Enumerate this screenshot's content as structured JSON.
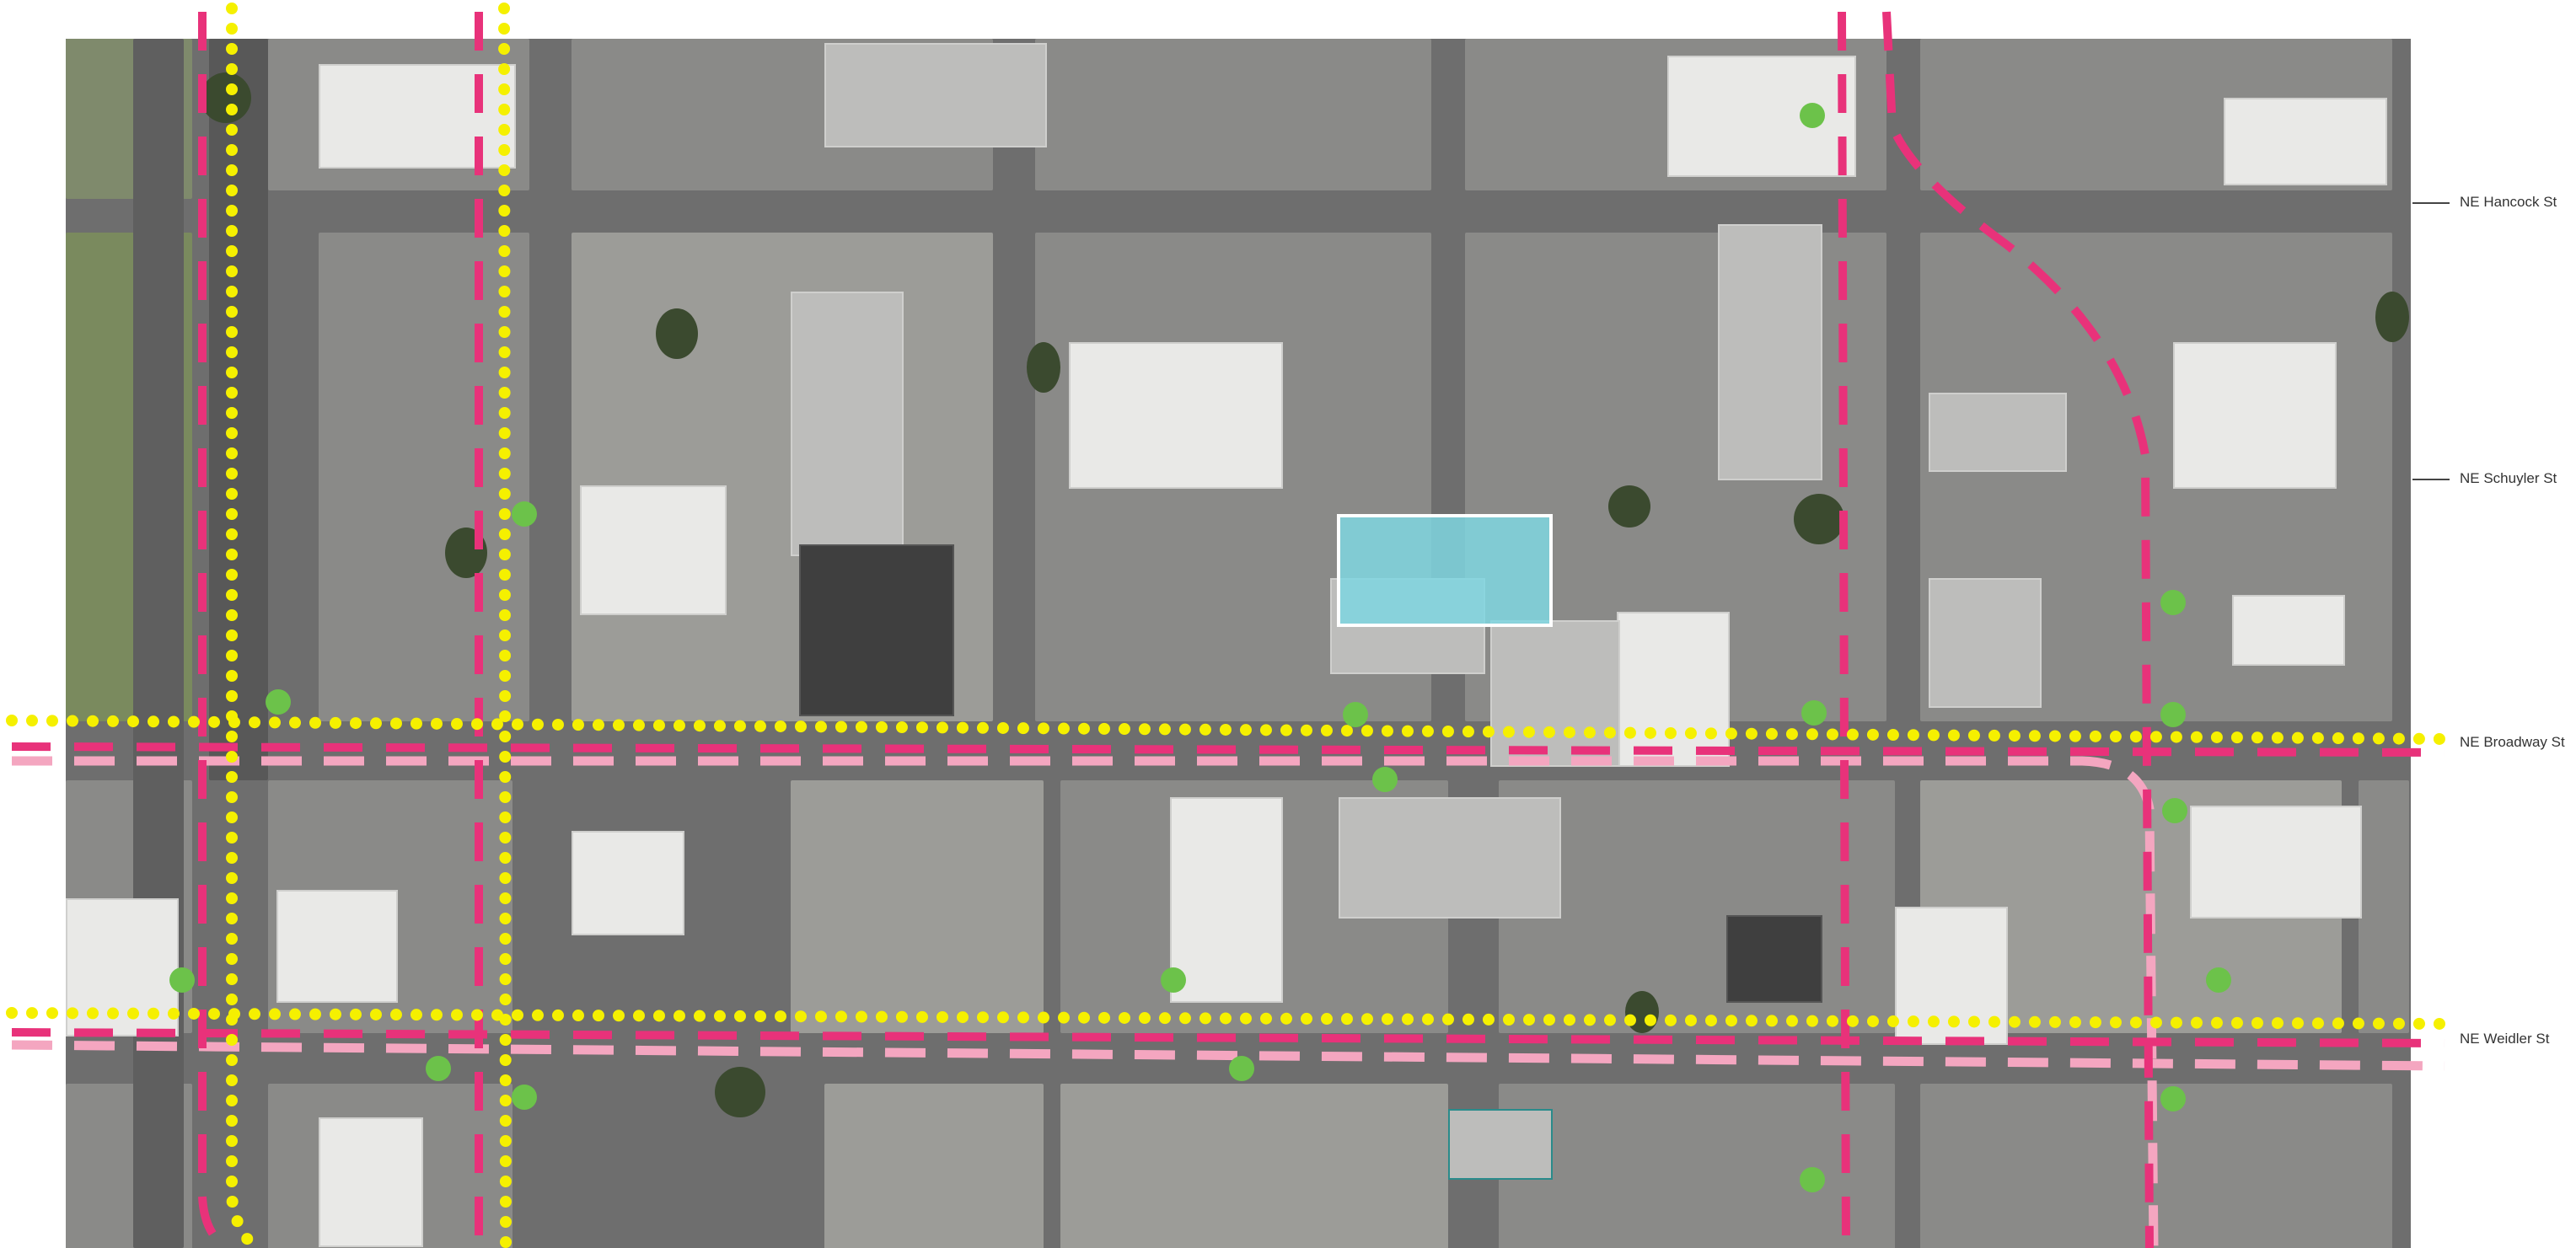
{
  "streets": [
    {
      "id": "hancock",
      "label": "NE Hancock St"
    },
    {
      "id": "schuyler",
      "label": "NE Schuyler St"
    },
    {
      "id": "broadway",
      "label": "NE Broadway St"
    },
    {
      "id": "weidler",
      "label": "NE Weidler St"
    }
  ],
  "colors": {
    "magenta_dash": "#e8327a",
    "pink_dash": "#f4a6c0",
    "yellow_dots": "#f5f000",
    "green_markers": "#6cc24a",
    "site_highlight": "#7fd6e0"
  }
}
